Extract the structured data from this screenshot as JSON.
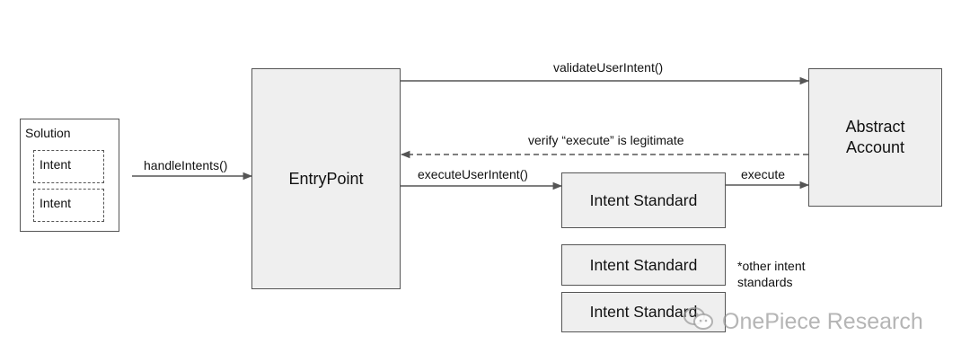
{
  "solution": {
    "title": "Solution",
    "intents": [
      "Intent",
      "Intent"
    ]
  },
  "entrypoint": {
    "label": "EntryPoint"
  },
  "abstract_account": {
    "line1": "Abstract",
    "line2": "Account"
  },
  "intent_standards": [
    "Intent Standard",
    "Intent Standard",
    "Intent Standard"
  ],
  "arrows": {
    "handle_intents": "handleIntents()",
    "validate_user_intent": "validateUserIntent()",
    "verify_execute": "verify “execute” is legitimate",
    "execute_user_intent": "executeUserIntent()",
    "execute": "execute"
  },
  "note": {
    "line1": "*other intent",
    "line2": "standards"
  },
  "watermark": {
    "text": "OnePiece Research",
    "icon": "wechat-icon"
  },
  "colors": {
    "box_fill": "#efefef",
    "stroke": "#555555",
    "text": "#111111"
  }
}
